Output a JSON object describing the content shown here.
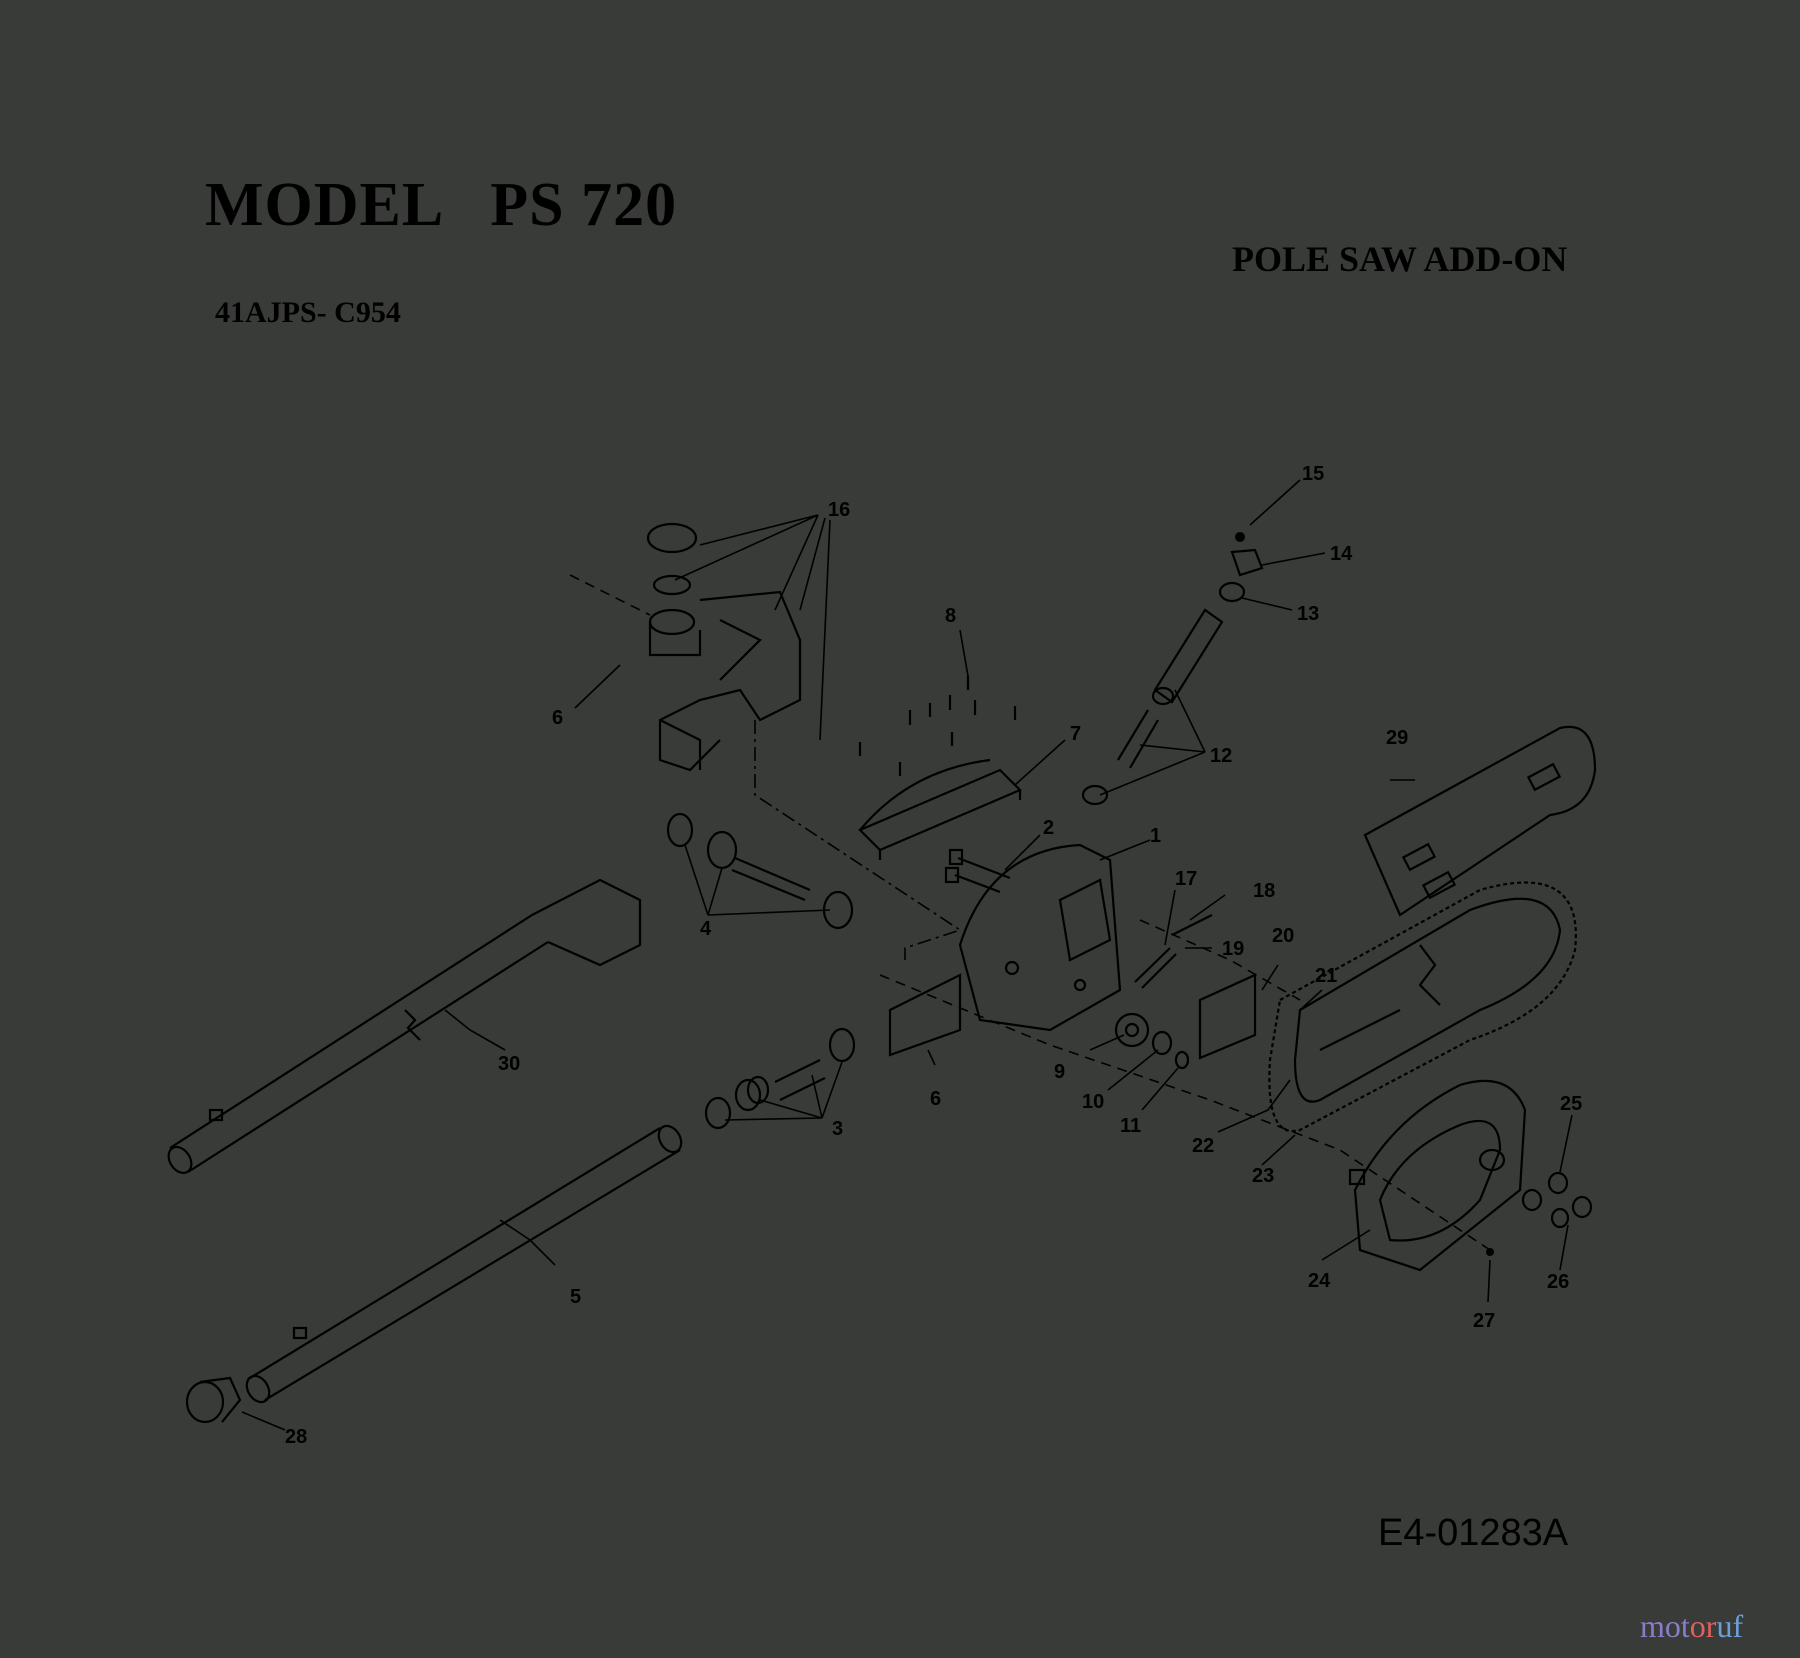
{
  "header": {
    "title": "MODEL   PS 720",
    "subtitle": "POLE SAW ADD-ON",
    "part_number": "41AJPS- C954"
  },
  "footer": {
    "drawing_number": "E4-01283A",
    "brand_1": "mot",
    "brand_2": "or",
    "brand_3": "uf"
  },
  "callouts": [
    "15",
    "16",
    "14",
    "13",
    "8",
    "6",
    "7",
    "12",
    "29",
    "2",
    "1",
    "17",
    "18",
    "4",
    "19",
    "20",
    "21",
    "30",
    "9",
    "6",
    "10",
    "11",
    "3",
    "22",
    "23",
    "25",
    "5",
    "24",
    "26",
    "27",
    "28"
  ]
}
